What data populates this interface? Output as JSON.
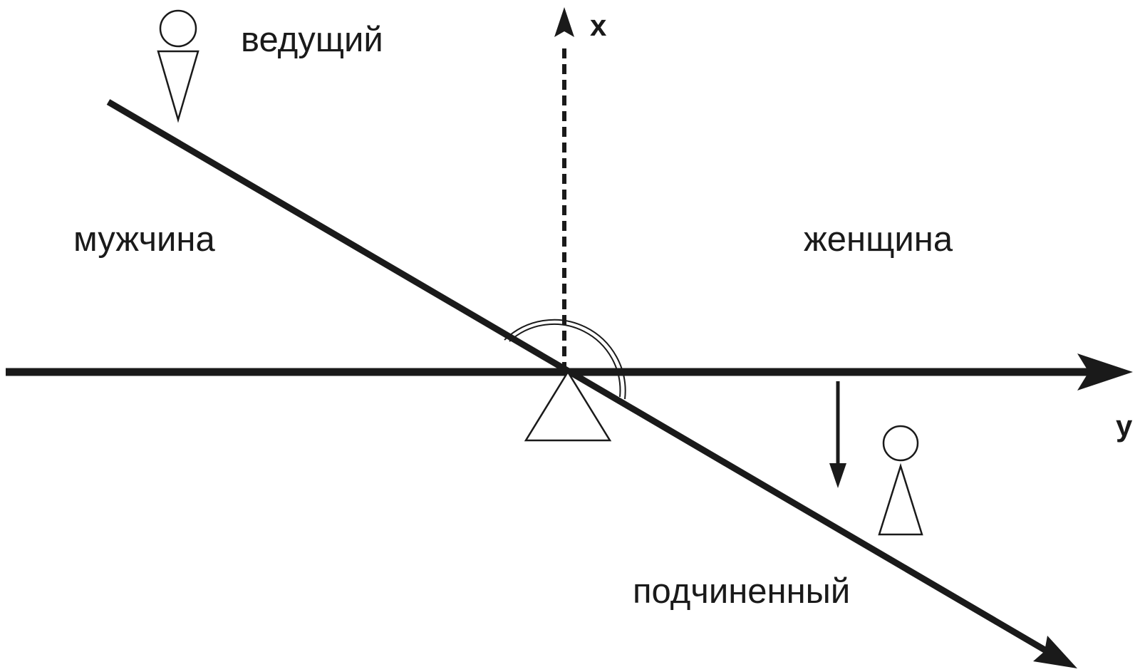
{
  "labels": {
    "leader": "ведущий",
    "man": "мужчина",
    "woman": "женщина",
    "subordinate": "подчиненный",
    "axis_x": "x",
    "axis_y": "y"
  },
  "colors": {
    "ink": "#1a1a1a",
    "background": "#ffffff"
  },
  "icons": {
    "leader_figure": "person-icon",
    "subordinate_figure": "person-icon",
    "pivot": "fulcrum-triangle"
  }
}
